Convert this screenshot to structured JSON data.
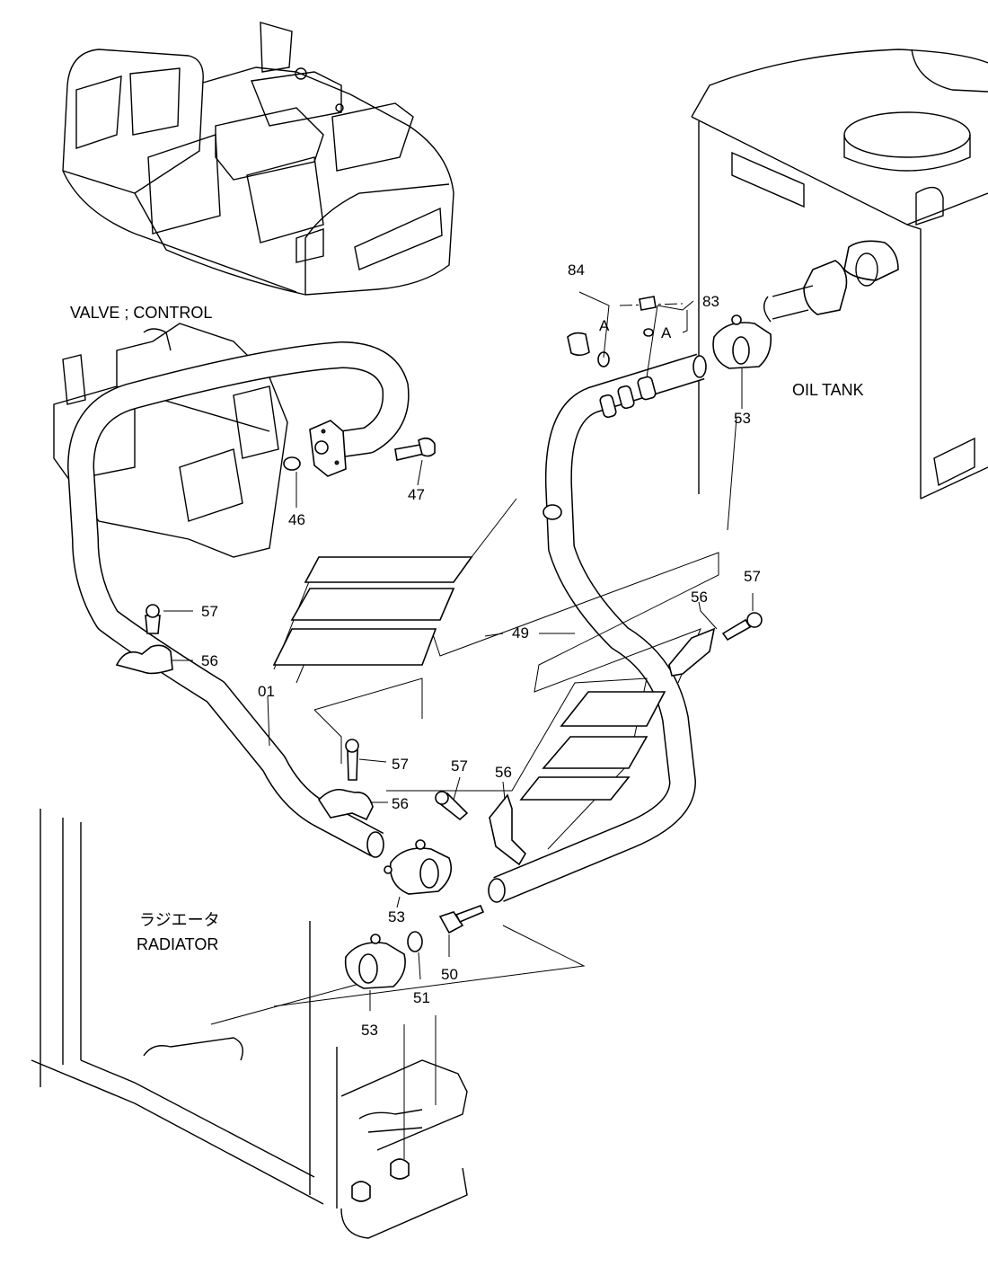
{
  "labels": {
    "valve_control": "VALVE ; CONTROL",
    "oil_tank": "OIL TANK",
    "radiator_jp": "ラジエータ",
    "radiator_en": "RADIATOR"
  },
  "callouts": {
    "c84": "84",
    "c83": "83",
    "cA1": "A",
    "cA2": "A",
    "c53_tank": "53",
    "c46": "46",
    "c47": "47",
    "c57_left": "57",
    "c56_left": "56",
    "c01": "01",
    "c49": "49",
    "c57_right": "57",
    "c56_right": "56",
    "c57_mid": "57",
    "c56_mid": "56",
    "c57_bracket": "57",
    "c56_bracket": "56",
    "c53_mid": "53",
    "c53_low": "53",
    "c51": "51",
    "c50": "50"
  }
}
